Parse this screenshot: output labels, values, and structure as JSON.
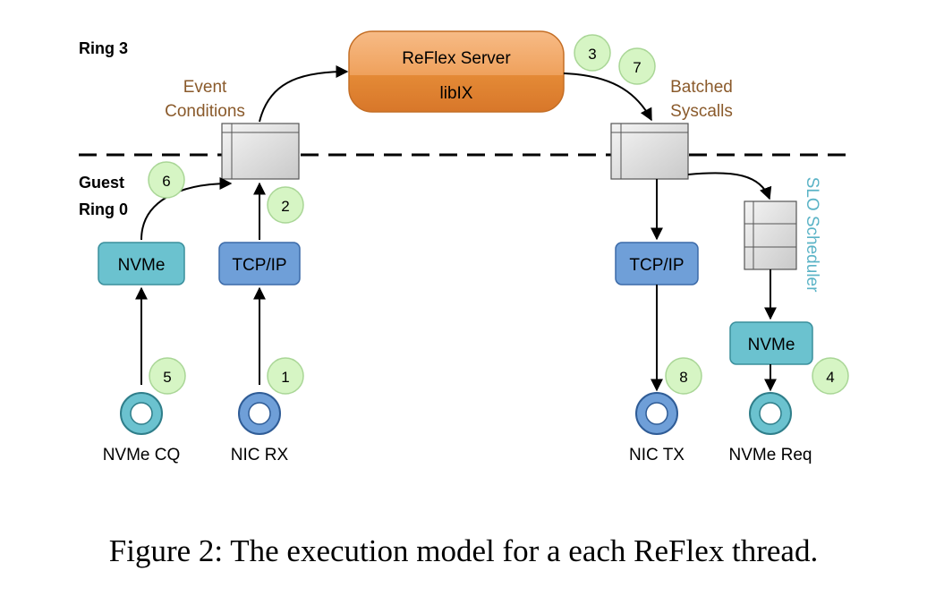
{
  "labels": {
    "ring3": "Ring 3",
    "guest": "Guest",
    "ring0": "Ring 0",
    "event_line1": "Event",
    "event_line2": "Conditions",
    "batched_line1": "Batched",
    "batched_line2": "Syscalls",
    "slo_scheduler": "SLO Scheduler"
  },
  "server": {
    "title": "ReFlex Server",
    "lib": "libIX"
  },
  "boxes": {
    "nvme_left": "NVMe",
    "tcpip_left": "TCP/IP",
    "tcpip_right": "TCP/IP",
    "nvme_right": "NVMe"
  },
  "queues": {
    "nvme_cq": "NVMe CQ",
    "nic_rx": "NIC RX",
    "nic_tx": "NIC TX",
    "nvme_req": "NVMe Req"
  },
  "steps": [
    "1",
    "2",
    "3",
    "4",
    "5",
    "6",
    "7",
    "8"
  ],
  "colors": {
    "tcp_fill": "#6f9fd8",
    "tcp_stroke": "#3b6aa8",
    "nvme_fill": "#6bc2cf",
    "nvme_stroke": "#3a8f9c",
    "server_top": "#f3a765",
    "server_bottom": "#e0812c",
    "step_fill": "#d6f5c4",
    "event_text": "#8a5a2b",
    "slo_text": "#5ab3c6"
  },
  "caption": "Figure 2: The execution model for a each ReFlex thread."
}
